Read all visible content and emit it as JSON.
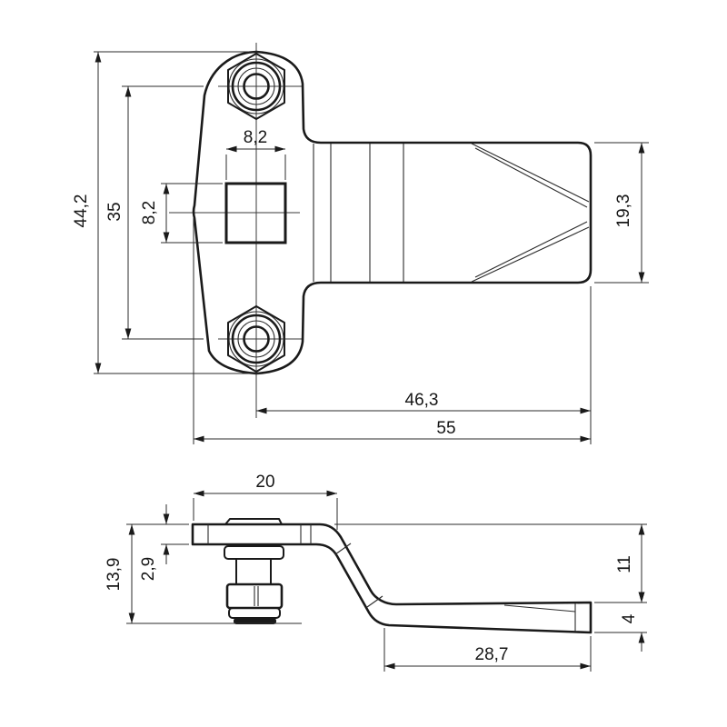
{
  "drawing": {
    "background": "#ffffff",
    "line_color": "#1a1a1a",
    "text_color": "#161616",
    "views": {
      "top": {
        "dims": {
          "overall_height": "44,2",
          "bolt_spacing": "35",
          "square_hole_width": "8,2",
          "square_hole_height": "8,2",
          "arm_height": "19,3",
          "bolt_center_to_tip": "46,3",
          "overall_length": "55"
        }
      },
      "side": {
        "dims": {
          "flat_top_length": "20",
          "overall_height": "13,9",
          "plate_thickness": "2,9",
          "offset_height": "11",
          "tip_thickness": "4",
          "lower_arm_length": "28,7"
        }
      }
    }
  }
}
